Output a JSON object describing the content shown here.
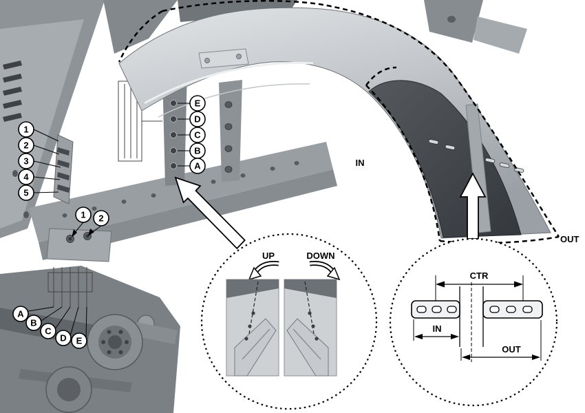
{
  "callouts": {
    "left_numbers": [
      "1",
      "2",
      "3",
      "4",
      "5"
    ],
    "frame_letters": [
      "E",
      "D",
      "C",
      "B",
      "A"
    ],
    "bracket_numbers": [
      "1",
      "2"
    ],
    "axle_letters": [
      "A",
      "B",
      "C",
      "D",
      "E"
    ]
  },
  "labels": {
    "fender_in": "IN",
    "fender_out": "OUT"
  },
  "detail_updown": {
    "up": "UP",
    "down": "DOWN"
  },
  "detail_alignment": {
    "ctr": "CTR",
    "in": "IN",
    "out": "OUT"
  }
}
